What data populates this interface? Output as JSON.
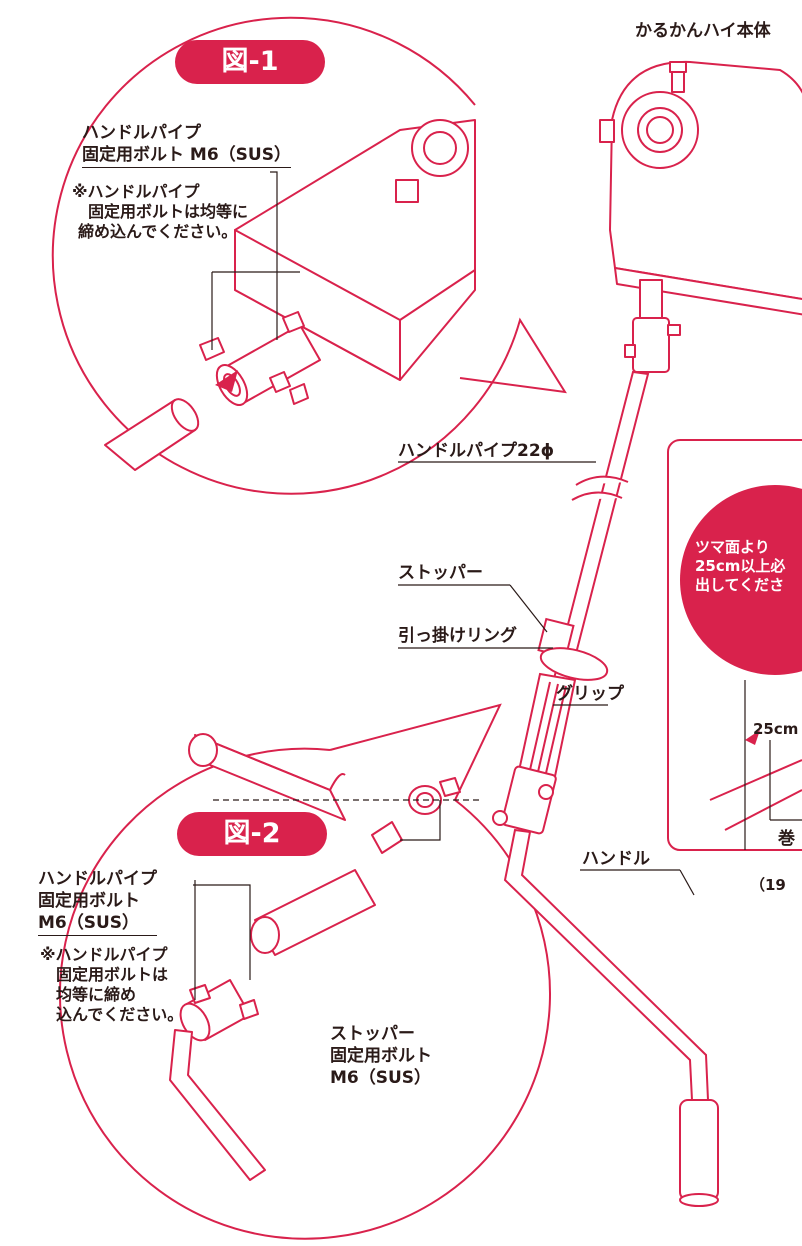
{
  "main_title": "かるかんハイ本体",
  "figure1": {
    "badge": "図-1",
    "bolt_label_line1": "ハンドルパイプ",
    "bolt_label_line2": "固定用ボルト M6（SUS）",
    "note_line1": "※ハンドルパイプ",
    "note_line2": "固定用ボルトは均等に",
    "note_line3": "締め込んでください。"
  },
  "parts": {
    "pipe": "ハンドルパイプ22ϕ",
    "stopper": "ストッパー",
    "hook_ring": "引っ掛けリング",
    "grip": "グリップ",
    "handle": "ハンドル"
  },
  "figure2": {
    "badge": "図-2",
    "bolt_label_line1": "ハンドルパイプ",
    "bolt_label_line2": "固定用ボルト",
    "bolt_label_line3": "M6（SUS）",
    "note_line1": "※ハンドルパイプ",
    "note_line2": "固定用ボルトは",
    "note_line3": "均等に締め",
    "note_line4": "込んでください。",
    "stopper_line1": "ストッパー",
    "stopper_line2": "固定用ボルト",
    "stopper_line3": "M6（SUS）"
  },
  "side_panel": {
    "bubble_line1": "ツマ面より",
    "bubble_line2": "25cm以上必",
    "bubble_line3": "出してくださ",
    "measure": "25cm",
    "wind_label": "巻",
    "paren_label": "（19"
  },
  "colors": {
    "accent": "#d9224c",
    "line": "#2a1a18"
  }
}
